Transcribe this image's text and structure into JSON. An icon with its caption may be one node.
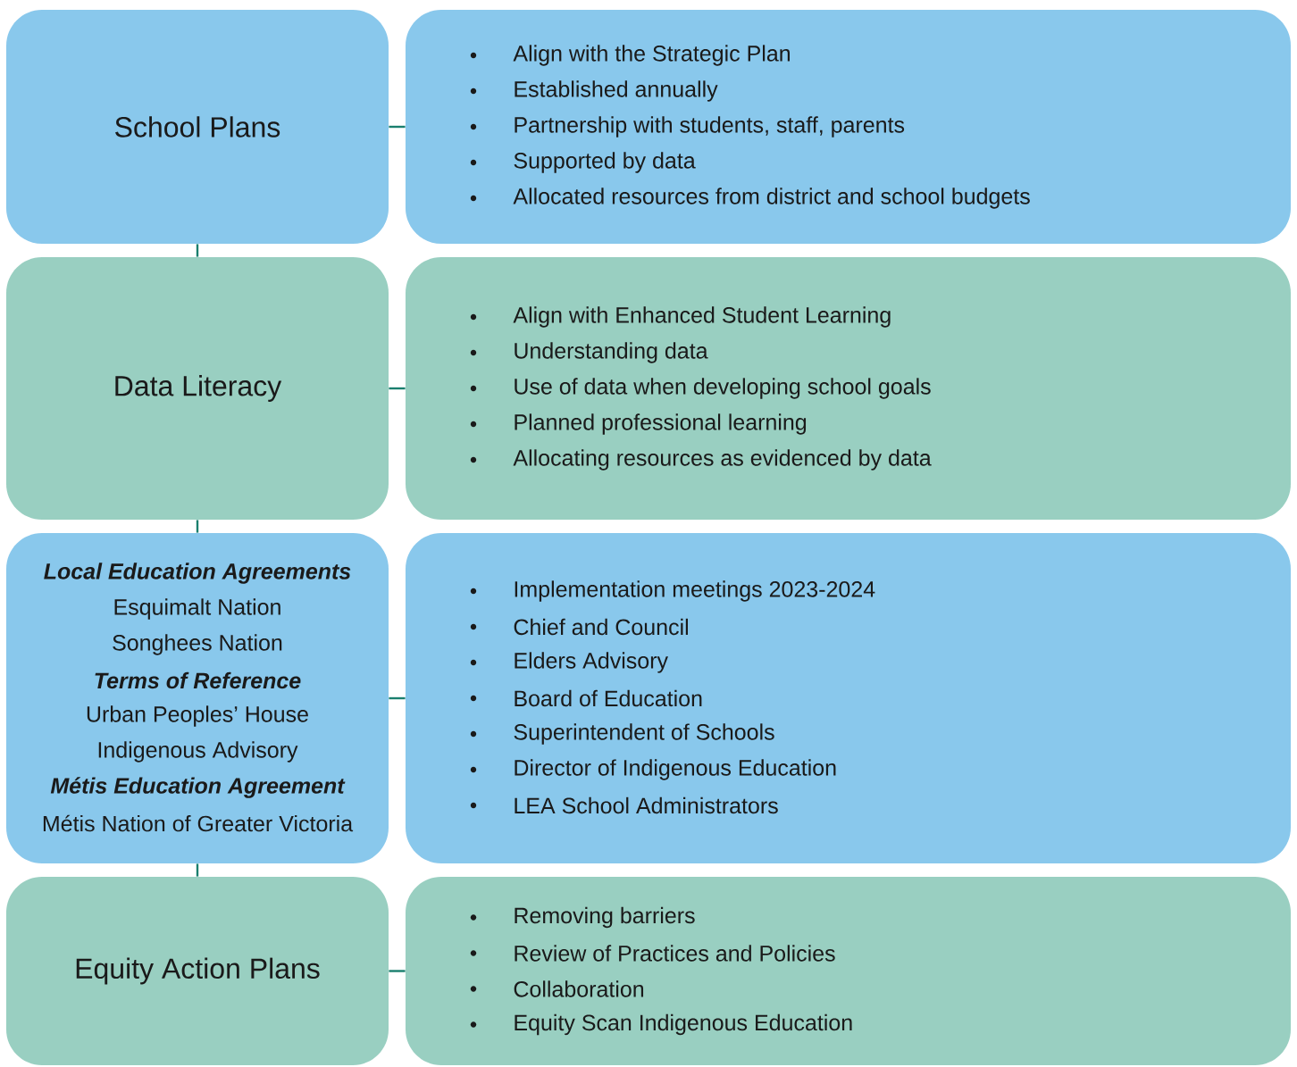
{
  "diagram": {
    "nodes": [
      {
        "text": [
          "School Plans"
        ]
      },
      {
        "text": [
          "Align with the Strategic Plan",
          "Established annually",
          "Partnership with students, staff, parents",
          "Supported by data",
          "Allocated resources from district and school budgets"
        ]
      },
      {
        "text": [
          "Data Literacy"
        ]
      },
      {
        "text": [
          "Align with Enhanced Student Learning",
          "Understanding data",
          "Use of data when developing school goals",
          "Planned professional learning",
          "Allocating resources as evidenced by data"
        ]
      },
      {
        "text": [
          "Local Education Agreements",
          "Esquimalt Nation",
          "Songhees Nation",
          "Terms of Reference",
          "Urban Peoples’ House",
          "Indigenous Advisory",
          "Métis Education Agreement",
          "Métis Nation of Greater Victoria"
        ]
      },
      {
        "text": [
          "Implementation meetings 2023-2024",
          "Chief and Council",
          "Elders Advisory",
          "Board of Education",
          "Superintendent of Schools",
          "Director of Indigenous Education",
          "LEA School Administrators"
        ]
      },
      {
        "text": [
          "Equity Action Plans"
        ]
      },
      {
        "text": [
          "Removing barriers",
          "Review of Practices and Policies",
          "Collaboration",
          "Equity Scan Indigenous Education"
        ]
      }
    ],
    "edges": [
      {
        "from": 0,
        "to": 1,
        "arrow": "none"
      },
      {
        "from": 0,
        "to": 2,
        "arrow": "none"
      },
      {
        "from": 2,
        "to": 3,
        "arrow": "none"
      },
      {
        "from": 2,
        "to": 4,
        "arrow": "none"
      },
      {
        "from": 4,
        "to": 5,
        "arrow": "none"
      },
      {
        "from": 4,
        "to": 6,
        "arrow": "none"
      },
      {
        "from": 6,
        "to": 7,
        "arrow": "none"
      }
    ]
  }
}
